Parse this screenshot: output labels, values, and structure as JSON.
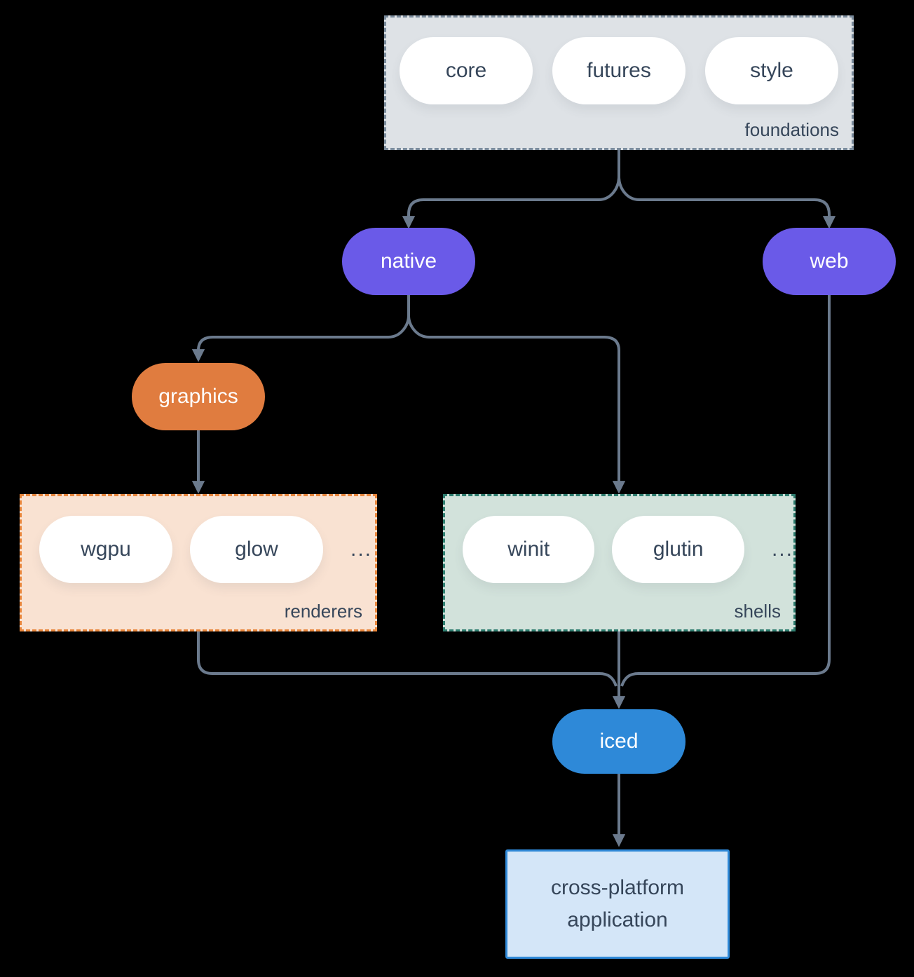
{
  "diagram": {
    "foundations": {
      "label": "foundations",
      "pills": [
        "core",
        "futures",
        "style"
      ]
    },
    "native": {
      "label": "native"
    },
    "web": {
      "label": "web"
    },
    "graphics": {
      "label": "graphics"
    },
    "renderers": {
      "label": "renderers",
      "pills": [
        "wgpu",
        "glow"
      ],
      "ellipsis": "..."
    },
    "shells": {
      "label": "shells",
      "pills": [
        "winit",
        "glutin"
      ],
      "ellipsis": "..."
    },
    "iced": {
      "label": "iced"
    },
    "application": {
      "line1": "cross-platform",
      "line2": "application"
    }
  },
  "colors": {
    "background": "#000000",
    "connector": "#6b7a8d",
    "node_purple": "#6a5ae8",
    "node_orange": "#e07c3f",
    "node_blue": "#2e89d8",
    "foundations_bg": "#dee2e6",
    "foundations_border": "#7a8b9c",
    "renderers_bg": "#f9e2d2",
    "renderers_border": "#e8863c",
    "shells_bg": "#d2e2db",
    "shells_border": "#2e7d6f",
    "application_bg": "#d4e6f8",
    "application_border": "#2f89d8",
    "text_dark": "#36465a",
    "text_light": "#ffffff"
  }
}
